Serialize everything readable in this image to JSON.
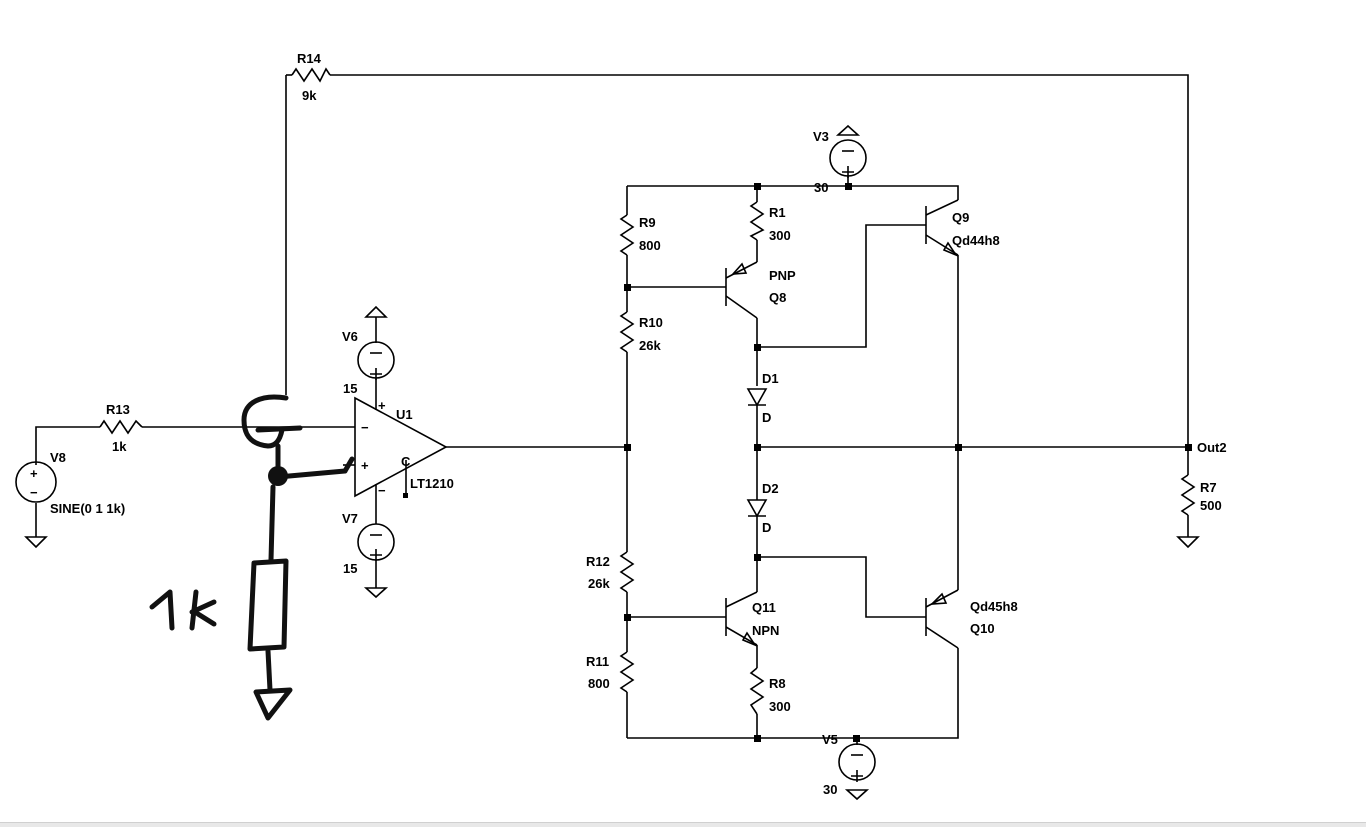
{
  "components": {
    "R14": {
      "ref": "R14",
      "value": "9k"
    },
    "R13": {
      "ref": "R13",
      "value": "1k"
    },
    "V8": {
      "ref": "V8",
      "value": "SINE(0 1 1k)"
    },
    "V6": {
      "ref": "V6",
      "value": "15"
    },
    "V7": {
      "ref": "V7",
      "value": "15"
    },
    "U1": {
      "ref": "U1",
      "value": "LT1210",
      "pin_c": "C"
    },
    "V3": {
      "ref": "V3",
      "value": "30"
    },
    "V5": {
      "ref": "V5",
      "value": "30"
    },
    "R9": {
      "ref": "R9",
      "value": "800"
    },
    "R10": {
      "ref": "R10",
      "value": "26k"
    },
    "R12": {
      "ref": "R12",
      "value": "26k"
    },
    "R11": {
      "ref": "R11",
      "value": "800"
    },
    "R1": {
      "ref": "R1",
      "value": "300"
    },
    "R8": {
      "ref": "R8",
      "value": "300"
    },
    "Q8": {
      "ref": "Q8",
      "value": "PNP"
    },
    "Q11": {
      "ref": "Q11",
      "value": "NPN"
    },
    "Q9": {
      "ref": "Q9",
      "value": "Qd44h8"
    },
    "Q10": {
      "ref": "Q10",
      "value": "Qd45h8"
    },
    "D1": {
      "ref": "D1",
      "value": "D"
    },
    "D2": {
      "ref": "D2",
      "value": "D"
    },
    "R7": {
      "ref": "R7",
      "value": "500"
    }
  },
  "nets": {
    "out2": "Out2"
  },
  "annotations": {
    "handwritten_resistor": "1k"
  },
  "symbols": {
    "plus": "+",
    "minus": "−"
  },
  "colors": {
    "wire": "#000000",
    "background": "#ffffff",
    "handwriting": "#111111"
  }
}
